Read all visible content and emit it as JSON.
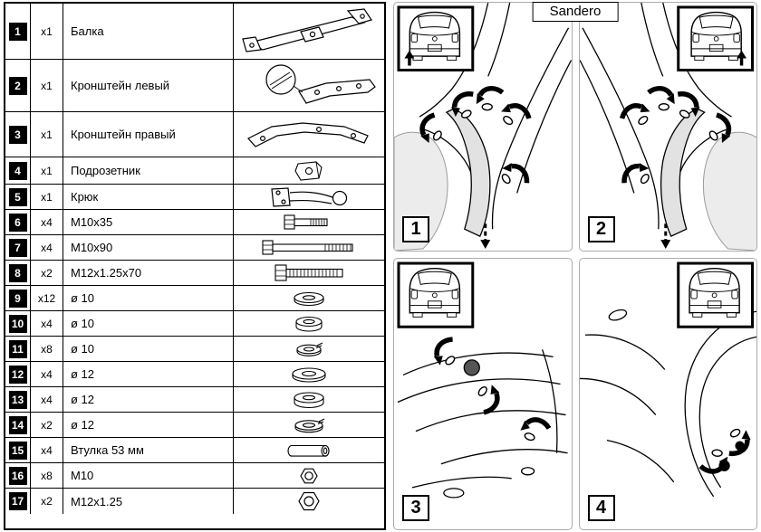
{
  "title": "Sandero",
  "colors": {
    "ink": "#000000",
    "panel_border": "#ababab",
    "flap_gray": "#e2e2e2",
    "liner_gray": "#ececec"
  },
  "parts": {
    "rows": [
      {
        "num": "1",
        "qty": "x1",
        "desc": "Балка",
        "icon": "beam-icon"
      },
      {
        "num": "2",
        "qty": "x1",
        "desc": "Кронштейн левый",
        "icon": "bracket-left-icon"
      },
      {
        "num": "3",
        "qty": "x1",
        "desc": "Кронштейн правый",
        "icon": "bracket-right-icon"
      },
      {
        "num": "4",
        "qty": "x1",
        "desc": "Подрозетник",
        "icon": "socket-plate-icon"
      },
      {
        "num": "5",
        "qty": "x1",
        "desc": "Крюк",
        "icon": "towball-hook-icon"
      },
      {
        "num": "6",
        "qty": "x4",
        "desc": "M10x35",
        "icon": "bolt-short-icon"
      },
      {
        "num": "7",
        "qty": "x4",
        "desc": "M10x90",
        "icon": "bolt-long-icon"
      },
      {
        "num": "8",
        "qty": "x2",
        "desc": "M12x1.25x70",
        "icon": "bolt-threaded-icon"
      },
      {
        "num": "9",
        "qty": "x12",
        "desc": "ø 10",
        "icon": "washer-flat-icon"
      },
      {
        "num": "10",
        "qty": "x4",
        "desc": "ø 10",
        "icon": "washer-thick-icon"
      },
      {
        "num": "11",
        "qty": "x8",
        "desc": "ø 10",
        "icon": "spring-washer-icon"
      },
      {
        "num": "12",
        "qty": "x4",
        "desc": "ø 12",
        "icon": "washer-flat-icon"
      },
      {
        "num": "13",
        "qty": "x4",
        "desc": "ø 12",
        "icon": "washer-thick-icon"
      },
      {
        "num": "14",
        "qty": "x2",
        "desc": "ø 12",
        "icon": "spring-washer-icon"
      },
      {
        "num": "15",
        "qty": "x4",
        "desc": "Втулка 53 мм",
        "icon": "sleeve-icon"
      },
      {
        "num": "16",
        "qty": "x8",
        "desc": "M10",
        "icon": "nut-icon"
      },
      {
        "num": "17",
        "qty": "x2",
        "desc": "M12x1.25",
        "icon": "nut-large-icon"
      }
    ]
  },
  "panels": [
    {
      "label": "1",
      "inset": "car-rear-view-arrow-left"
    },
    {
      "label": "2",
      "inset": "car-rear-view-arrow-right"
    },
    {
      "label": "3",
      "inset": "car-rear-view"
    },
    {
      "label": "4",
      "inset": "car-rear-view"
    }
  ]
}
